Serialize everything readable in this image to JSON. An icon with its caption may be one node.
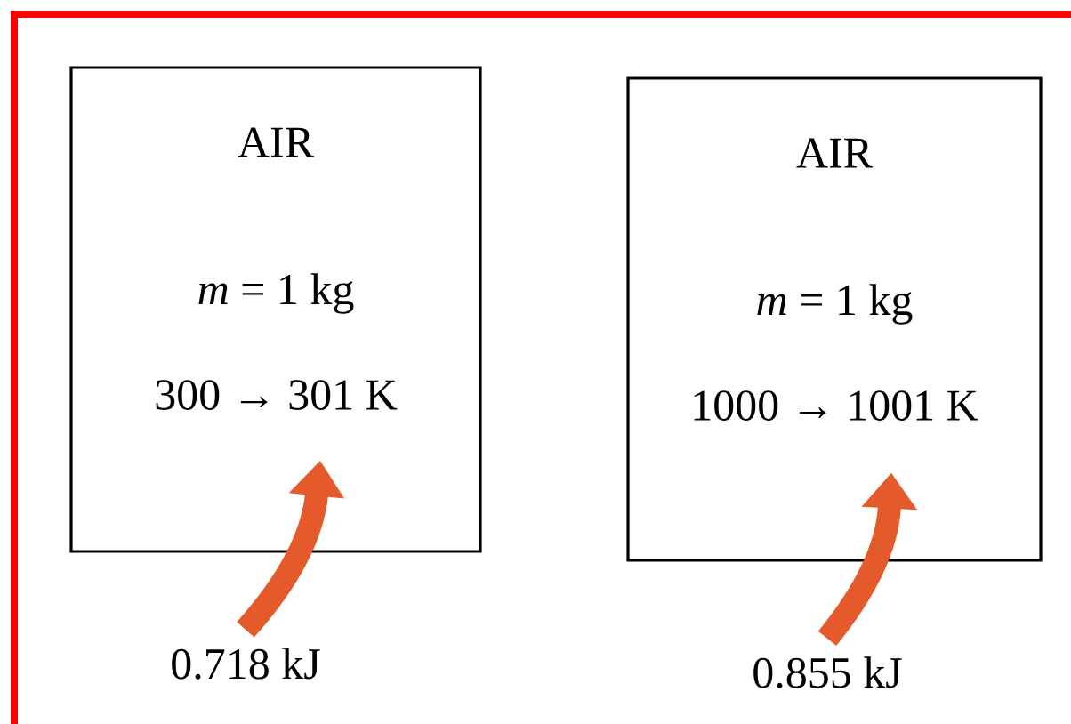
{
  "diagram": {
    "nodes": [
      {
        "text": [
          "AIR",
          "*m* = 1 kg",
          "300 → 301 K"
        ]
      },
      {
        "text": [
          "AIR",
          "*m* = 1 kg",
          "1000 → 1001 K"
        ]
      },
      {
        "text": [
          "0.718 kJ"
        ]
      },
      {
        "text": [
          "0.855 kJ"
        ]
      }
    ],
    "edges": [
      {
        "from": 2,
        "to": 0,
        "arrow": "to"
      },
      {
        "from": 3,
        "to": 1,
        "arrow": "to"
      }
    ]
  }
}
